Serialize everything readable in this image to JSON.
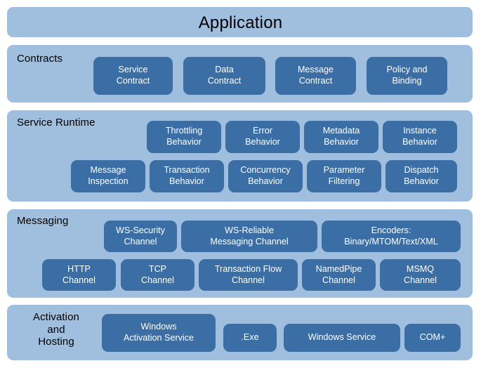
{
  "diagram": {
    "title": "Application",
    "colors": {
      "band": "#a0bedd",
      "box": "#3a6ea5",
      "box_text": "#ffffff",
      "label_text": "#000000",
      "background": "#ffffff"
    }
  },
  "layers": {
    "application": {
      "label": "Application"
    },
    "contracts": {
      "label": "Contracts",
      "boxes": [
        {
          "text": "Service\nContract"
        },
        {
          "text": "Data\nContract"
        },
        {
          "text": "Message\nContract"
        },
        {
          "text": "Policy and\nBinding"
        }
      ]
    },
    "service_runtime": {
      "label": "Service Runtime",
      "row1": [
        {
          "text": "Throttling\nBehavior"
        },
        {
          "text": "Error\nBehavior"
        },
        {
          "text": "Metadata\nBehavior"
        },
        {
          "text": "Instance\nBehavior"
        }
      ],
      "row2": [
        {
          "text": "Message\nInspection"
        },
        {
          "text": "Transaction\nBehavior"
        },
        {
          "text": "Concurrency\nBehavior"
        },
        {
          "text": "Parameter\nFiltering"
        },
        {
          "text": "Dispatch\nBehavior"
        }
      ]
    },
    "messaging": {
      "label": "Messaging",
      "row1": [
        {
          "text": "WS-Security\nChannel"
        },
        {
          "text": "WS-Reliable\nMessaging Channel"
        },
        {
          "text": "Encoders:\nBinary/MTOM/Text/XML"
        }
      ],
      "row2": [
        {
          "text": "HTTP\nChannel"
        },
        {
          "text": "TCP\nChannel"
        },
        {
          "text": "Transaction Flow\nChannel"
        },
        {
          "text": "NamedPipe\nChannel"
        },
        {
          "text": "MSMQ\nChannel"
        }
      ]
    },
    "activation_hosting": {
      "label": "Activation\nand\nHosting",
      "boxes": [
        {
          "text": "Windows\nActivation Service"
        },
        {
          "text": ".Exe"
        },
        {
          "text": "Windows Service"
        },
        {
          "text": "COM+"
        }
      ]
    }
  }
}
